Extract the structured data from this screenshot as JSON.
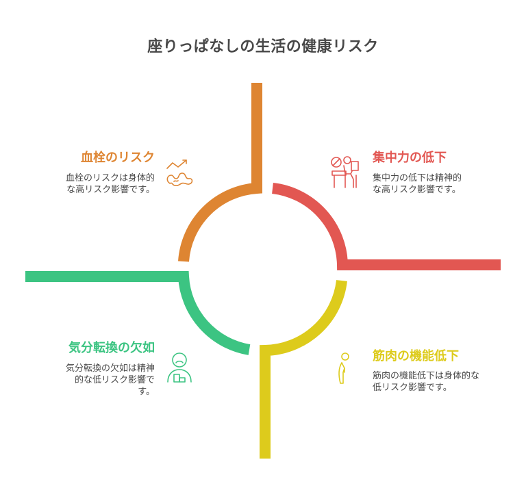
{
  "title": "座りっぱなしの生活の健康リスク",
  "colors": {
    "orange": "#DE8532",
    "red": "#E25752",
    "yellow": "#DDCB1C",
    "green": "#3CC482",
    "text": "#484848"
  },
  "quadrants": {
    "top_left": {
      "title": "血栓のリスク",
      "desc_lines": [
        "血栓のリスクは身体的",
        "な高リスク影響です。"
      ],
      "icon": "varicose-vein-icon"
    },
    "top_right": {
      "title": "集中力の低下",
      "desc_lines": [
        "集中力の低下は精神的",
        "な高リスク影響です。"
      ],
      "icon": "distracted-worker-icon"
    },
    "bottom_left": {
      "title": "気分転換の欠如",
      "desc_lines": [
        "気分転換の欠如は精神",
        "的な低リスク影響で",
        "す。"
      ],
      "icon": "sad-person-icon"
    },
    "bottom_right": {
      "title": "筋肉の機能低下",
      "desc_lines": [
        "筋肉の機能低下は身体的な",
        "低リスク影響です。"
      ],
      "icon": "weak-person-icon"
    }
  }
}
